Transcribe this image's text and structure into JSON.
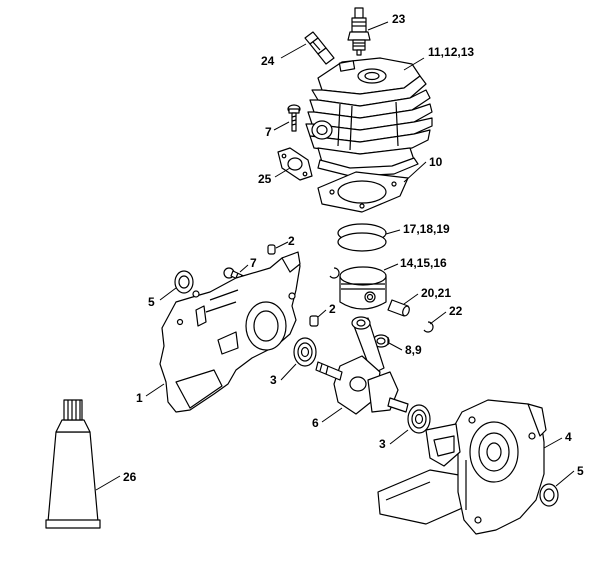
{
  "callouts": {
    "c23": "23",
    "c24": "24",
    "c11": "11,12,13",
    "c7a": "7",
    "c10": "10",
    "c25": "25",
    "c17": "17,18,19",
    "c2a": "2",
    "c7b": "7",
    "c14": "14,15,16",
    "c5a": "5",
    "c20": "20,21",
    "c2b": "2",
    "c22": "22",
    "c8": "8,9",
    "c1": "1",
    "c3a": "3",
    "c6": "6",
    "c3b": "3",
    "c4": "4",
    "c26": "26",
    "c5b": "5"
  }
}
